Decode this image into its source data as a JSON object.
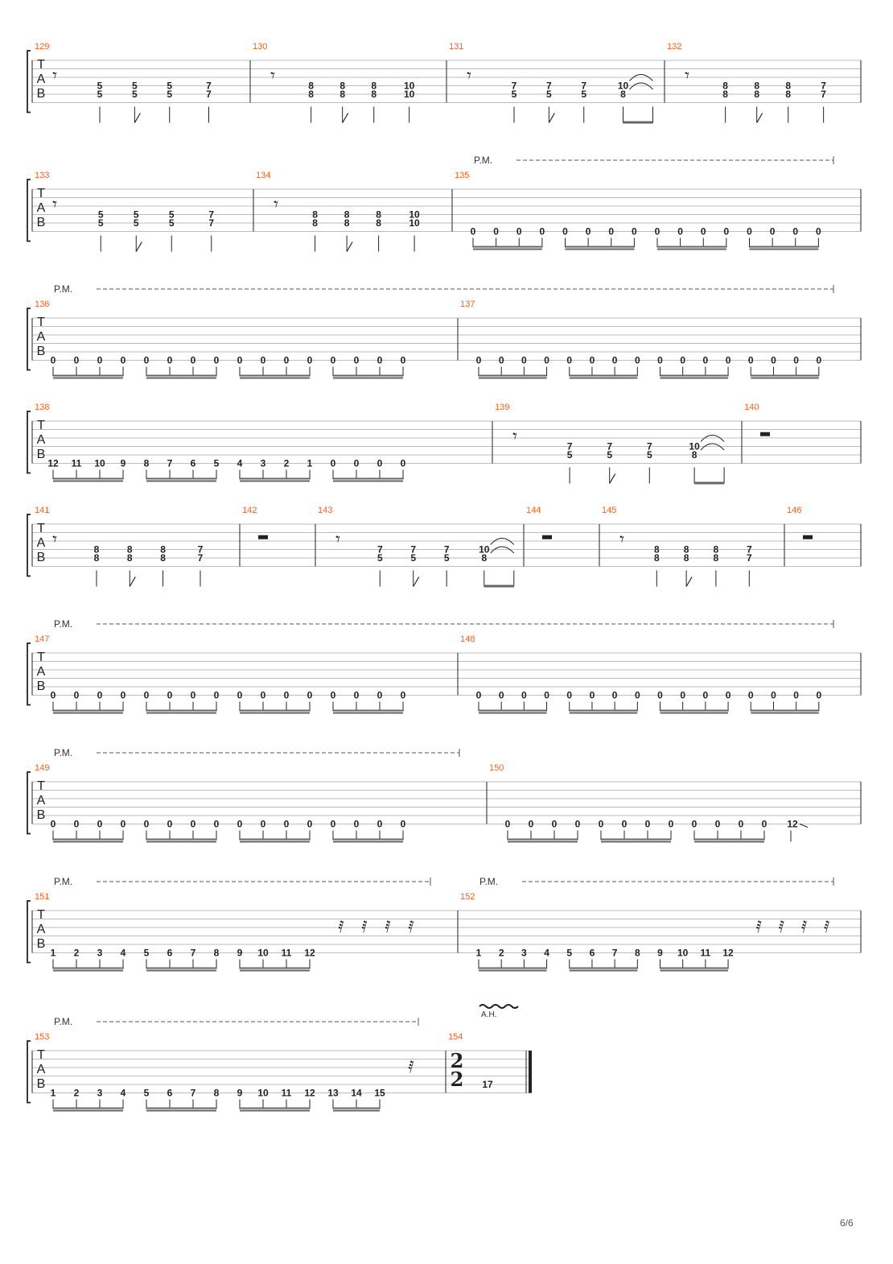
{
  "page": {
    "number_label": "6/6"
  },
  "labels": {
    "tab": [
      "T",
      "A",
      "B"
    ],
    "palm_mute": "P.M.",
    "artificial_harmonic": "A.H."
  },
  "colors": {
    "measure_number": "#f26522",
    "ink": "#222222",
    "staff_line": "#bdbdbd"
  },
  "time_signature": {
    "numerator": "2",
    "denominator": "2"
  },
  "systems": [
    {
      "measures": [
        {
          "number": "129",
          "pattern": "chords",
          "chords": [
            [
              "5",
              "5"
            ],
            [
              "5",
              "5"
            ],
            [
              "5",
              "5"
            ],
            [
              "7",
              "7"
            ]
          ],
          "tied_last": false
        },
        {
          "number": "130",
          "pattern": "chords",
          "chords": [
            [
              "8",
              "8"
            ],
            [
              "8",
              "8"
            ],
            [
              "8",
              "8"
            ],
            [
              "10",
              "10"
            ]
          ],
          "tied_last": false
        },
        {
          "number": "131",
          "pattern": "chords",
          "chords": [
            [
              "7",
              "5"
            ],
            [
              "7",
              "5"
            ],
            [
              "7",
              "5"
            ],
            [
              "10",
              "8"
            ]
          ],
          "tied_last": true
        },
        {
          "number": "132",
          "pattern": "chords",
          "chords": [
            [
              "8",
              "8"
            ],
            [
              "8",
              "8"
            ],
            [
              "8",
              "8"
            ],
            [
              "7",
              "7"
            ]
          ],
          "tied_last": false
        }
      ]
    },
    {
      "palm_mute": [
        {
          "from": 2,
          "to": 2
        }
      ],
      "measures": [
        {
          "number": "133",
          "pattern": "chords",
          "chords": [
            [
              "5",
              "5"
            ],
            [
              "5",
              "5"
            ],
            [
              "5",
              "5"
            ],
            [
              "7",
              "7"
            ]
          ],
          "tied_last": false
        },
        {
          "number": "134",
          "pattern": "chords",
          "chords": [
            [
              "8",
              "8"
            ],
            [
              "8",
              "8"
            ],
            [
              "8",
              "8"
            ],
            [
              "10",
              "10"
            ]
          ],
          "tied_last": false
        },
        {
          "number": "135",
          "pattern": "run",
          "notes": [
            "0",
            "0",
            "0",
            "0",
            "0",
            "0",
            "0",
            "0",
            "0",
            "0",
            "0",
            "0",
            "0",
            "0",
            "0",
            "0"
          ]
        }
      ]
    },
    {
      "palm_mute": [
        {
          "from": 0,
          "to": 1
        }
      ],
      "measures": [
        {
          "number": "136",
          "pattern": "run",
          "notes": [
            "0",
            "0",
            "0",
            "0",
            "0",
            "0",
            "0",
            "0",
            "0",
            "0",
            "0",
            "0",
            "0",
            "0",
            "0",
            "0"
          ]
        },
        {
          "number": "137",
          "pattern": "run",
          "notes": [
            "0",
            "0",
            "0",
            "0",
            "0",
            "0",
            "0",
            "0",
            "0",
            "0",
            "0",
            "0",
            "0",
            "0",
            "0",
            "0"
          ]
        }
      ]
    },
    {
      "measures": [
        {
          "number": "138",
          "pattern": "run",
          "notes": [
            "12",
            "11",
            "10",
            "9",
            "8",
            "7",
            "6",
            "5",
            "4",
            "3",
            "2",
            "1",
            "0",
            "0",
            "0",
            "0"
          ]
        },
        {
          "number": "139",
          "pattern": "chords",
          "chords": [
            [
              "7",
              "5"
            ],
            [
              "7",
              "5"
            ],
            [
              "7",
              "5"
            ],
            [
              "10",
              "8"
            ]
          ],
          "tied_last": true
        },
        {
          "number": "140",
          "pattern": "rest"
        }
      ]
    },
    {
      "measures": [
        {
          "number": "141",
          "pattern": "chords",
          "chords": [
            [
              "8",
              "8"
            ],
            [
              "8",
              "8"
            ],
            [
              "8",
              "8"
            ],
            [
              "7",
              "7"
            ]
          ],
          "tied_last": false
        },
        {
          "number": "142",
          "pattern": "rest"
        },
        {
          "number": "143",
          "pattern": "chords",
          "chords": [
            [
              "7",
              "5"
            ],
            [
              "7",
              "5"
            ],
            [
              "7",
              "5"
            ],
            [
              "10",
              "8"
            ]
          ],
          "tied_last": true
        },
        {
          "number": "144",
          "pattern": "rest"
        },
        {
          "number": "145",
          "pattern": "chords",
          "chords": [
            [
              "8",
              "8"
            ],
            [
              "8",
              "8"
            ],
            [
              "8",
              "8"
            ],
            [
              "7",
              "7"
            ]
          ],
          "tied_last": false
        },
        {
          "number": "146",
          "pattern": "rest"
        }
      ]
    },
    {
      "palm_mute": [
        {
          "from": 0,
          "to": 1
        }
      ],
      "measures": [
        {
          "number": "147",
          "pattern": "run",
          "notes": [
            "0",
            "0",
            "0",
            "0",
            "0",
            "0",
            "0",
            "0",
            "0",
            "0",
            "0",
            "0",
            "0",
            "0",
            "0",
            "0"
          ]
        },
        {
          "number": "148",
          "pattern": "run",
          "notes": [
            "0",
            "0",
            "0",
            "0",
            "0",
            "0",
            "0",
            "0",
            "0",
            "0",
            "0",
            "0",
            "0",
            "0",
            "0",
            "0"
          ]
        }
      ]
    },
    {
      "palm_mute": [
        {
          "from": 0,
          "to": 0
        }
      ],
      "measures": [
        {
          "number": "149",
          "pattern": "run",
          "notes": [
            "0",
            "0",
            "0",
            "0",
            "0",
            "0",
            "0",
            "0",
            "0",
            "0",
            "0",
            "0",
            "0",
            "0",
            "0",
            "0"
          ]
        },
        {
          "number": "150",
          "pattern": "run",
          "notes": [
            "0",
            "0",
            "0",
            "0",
            "0",
            "0",
            "0",
            "0",
            "0",
            "0",
            "0",
            "0"
          ],
          "slide_note": "12"
        }
      ]
    },
    {
      "palm_mute": [
        {
          "from": 0,
          "to": 0
        },
        {
          "from": 1,
          "to": 1
        }
      ],
      "measures": [
        {
          "number": "151",
          "pattern": "run",
          "notes": [
            "1",
            "2",
            "3",
            "4",
            "5",
            "6",
            "7",
            "8",
            "9",
            "10",
            "11",
            "12"
          ],
          "rests": 4
        },
        {
          "number": "152",
          "pattern": "run",
          "notes": [
            "1",
            "2",
            "3",
            "4",
            "5",
            "6",
            "7",
            "8",
            "9",
            "10",
            "11",
            "12"
          ],
          "rests": 4
        }
      ]
    },
    {
      "palm_mute": [
        {
          "from": 0,
          "to": 0
        }
      ],
      "measures": [
        {
          "number": "153",
          "pattern": "run",
          "notes": [
            "1",
            "2",
            "3",
            "4",
            "5",
            "6",
            "7",
            "8",
            "9",
            "10",
            "11",
            "12",
            "13",
            "14",
            "15"
          ],
          "rests": 1
        },
        {
          "number": "154",
          "pattern": "harmonic",
          "note": "17",
          "time_sig": true,
          "final": true
        }
      ]
    }
  ]
}
